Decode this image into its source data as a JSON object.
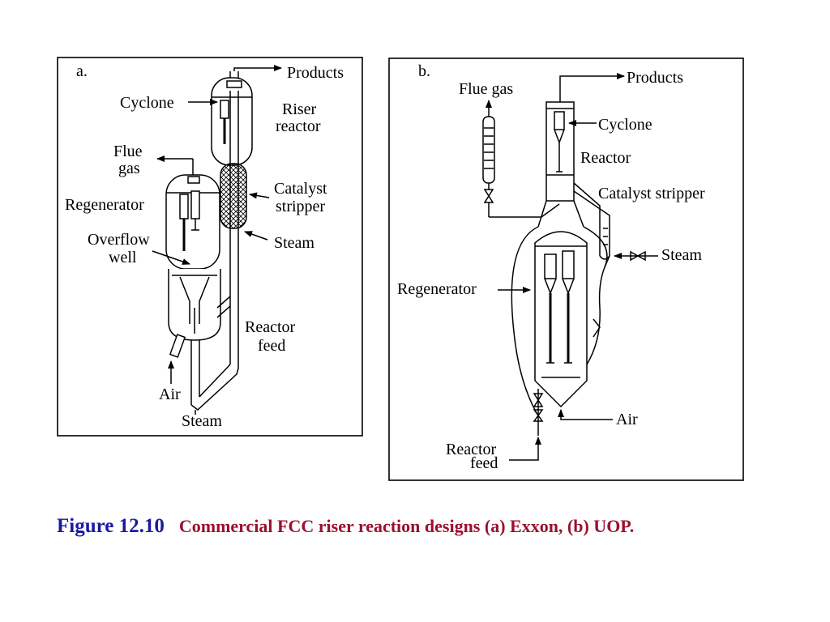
{
  "panel_a": {
    "letter": "a.",
    "labels": {
      "products": "Products",
      "cyclone": "Cyclone",
      "riser_line1": "Riser",
      "riser_line2": "reactor",
      "flue_line1": "Flue",
      "flue_line2": "gas",
      "regenerator": "Regenerator",
      "catalyst_line1": "Catalyst",
      "catalyst_line2": "stripper",
      "overflow_line1": "Overflow",
      "overflow_line2": "well",
      "steam_upper": "Steam",
      "reactor_feed_line1": "Reactor",
      "reactor_feed_line2": "feed",
      "air": "Air",
      "steam_lower": "Steam"
    }
  },
  "panel_b": {
    "letter": "b.",
    "labels": {
      "products": "Products",
      "flue_gas": "Flue gas",
      "cyclone": "Cyclone",
      "reactor": "Reactor",
      "catalyst_stripper": "Catalyst stripper",
      "steam": "Steam",
      "regenerator": "Regenerator",
      "air": "Air",
      "reactor_feed_line1": "Reactor",
      "reactor_feed_line2": "feed"
    }
  },
  "caption": {
    "figure_number": "Figure 12.10",
    "description": "Commercial FCC riser reaction designs (a) Exxon, (b) UOP."
  }
}
